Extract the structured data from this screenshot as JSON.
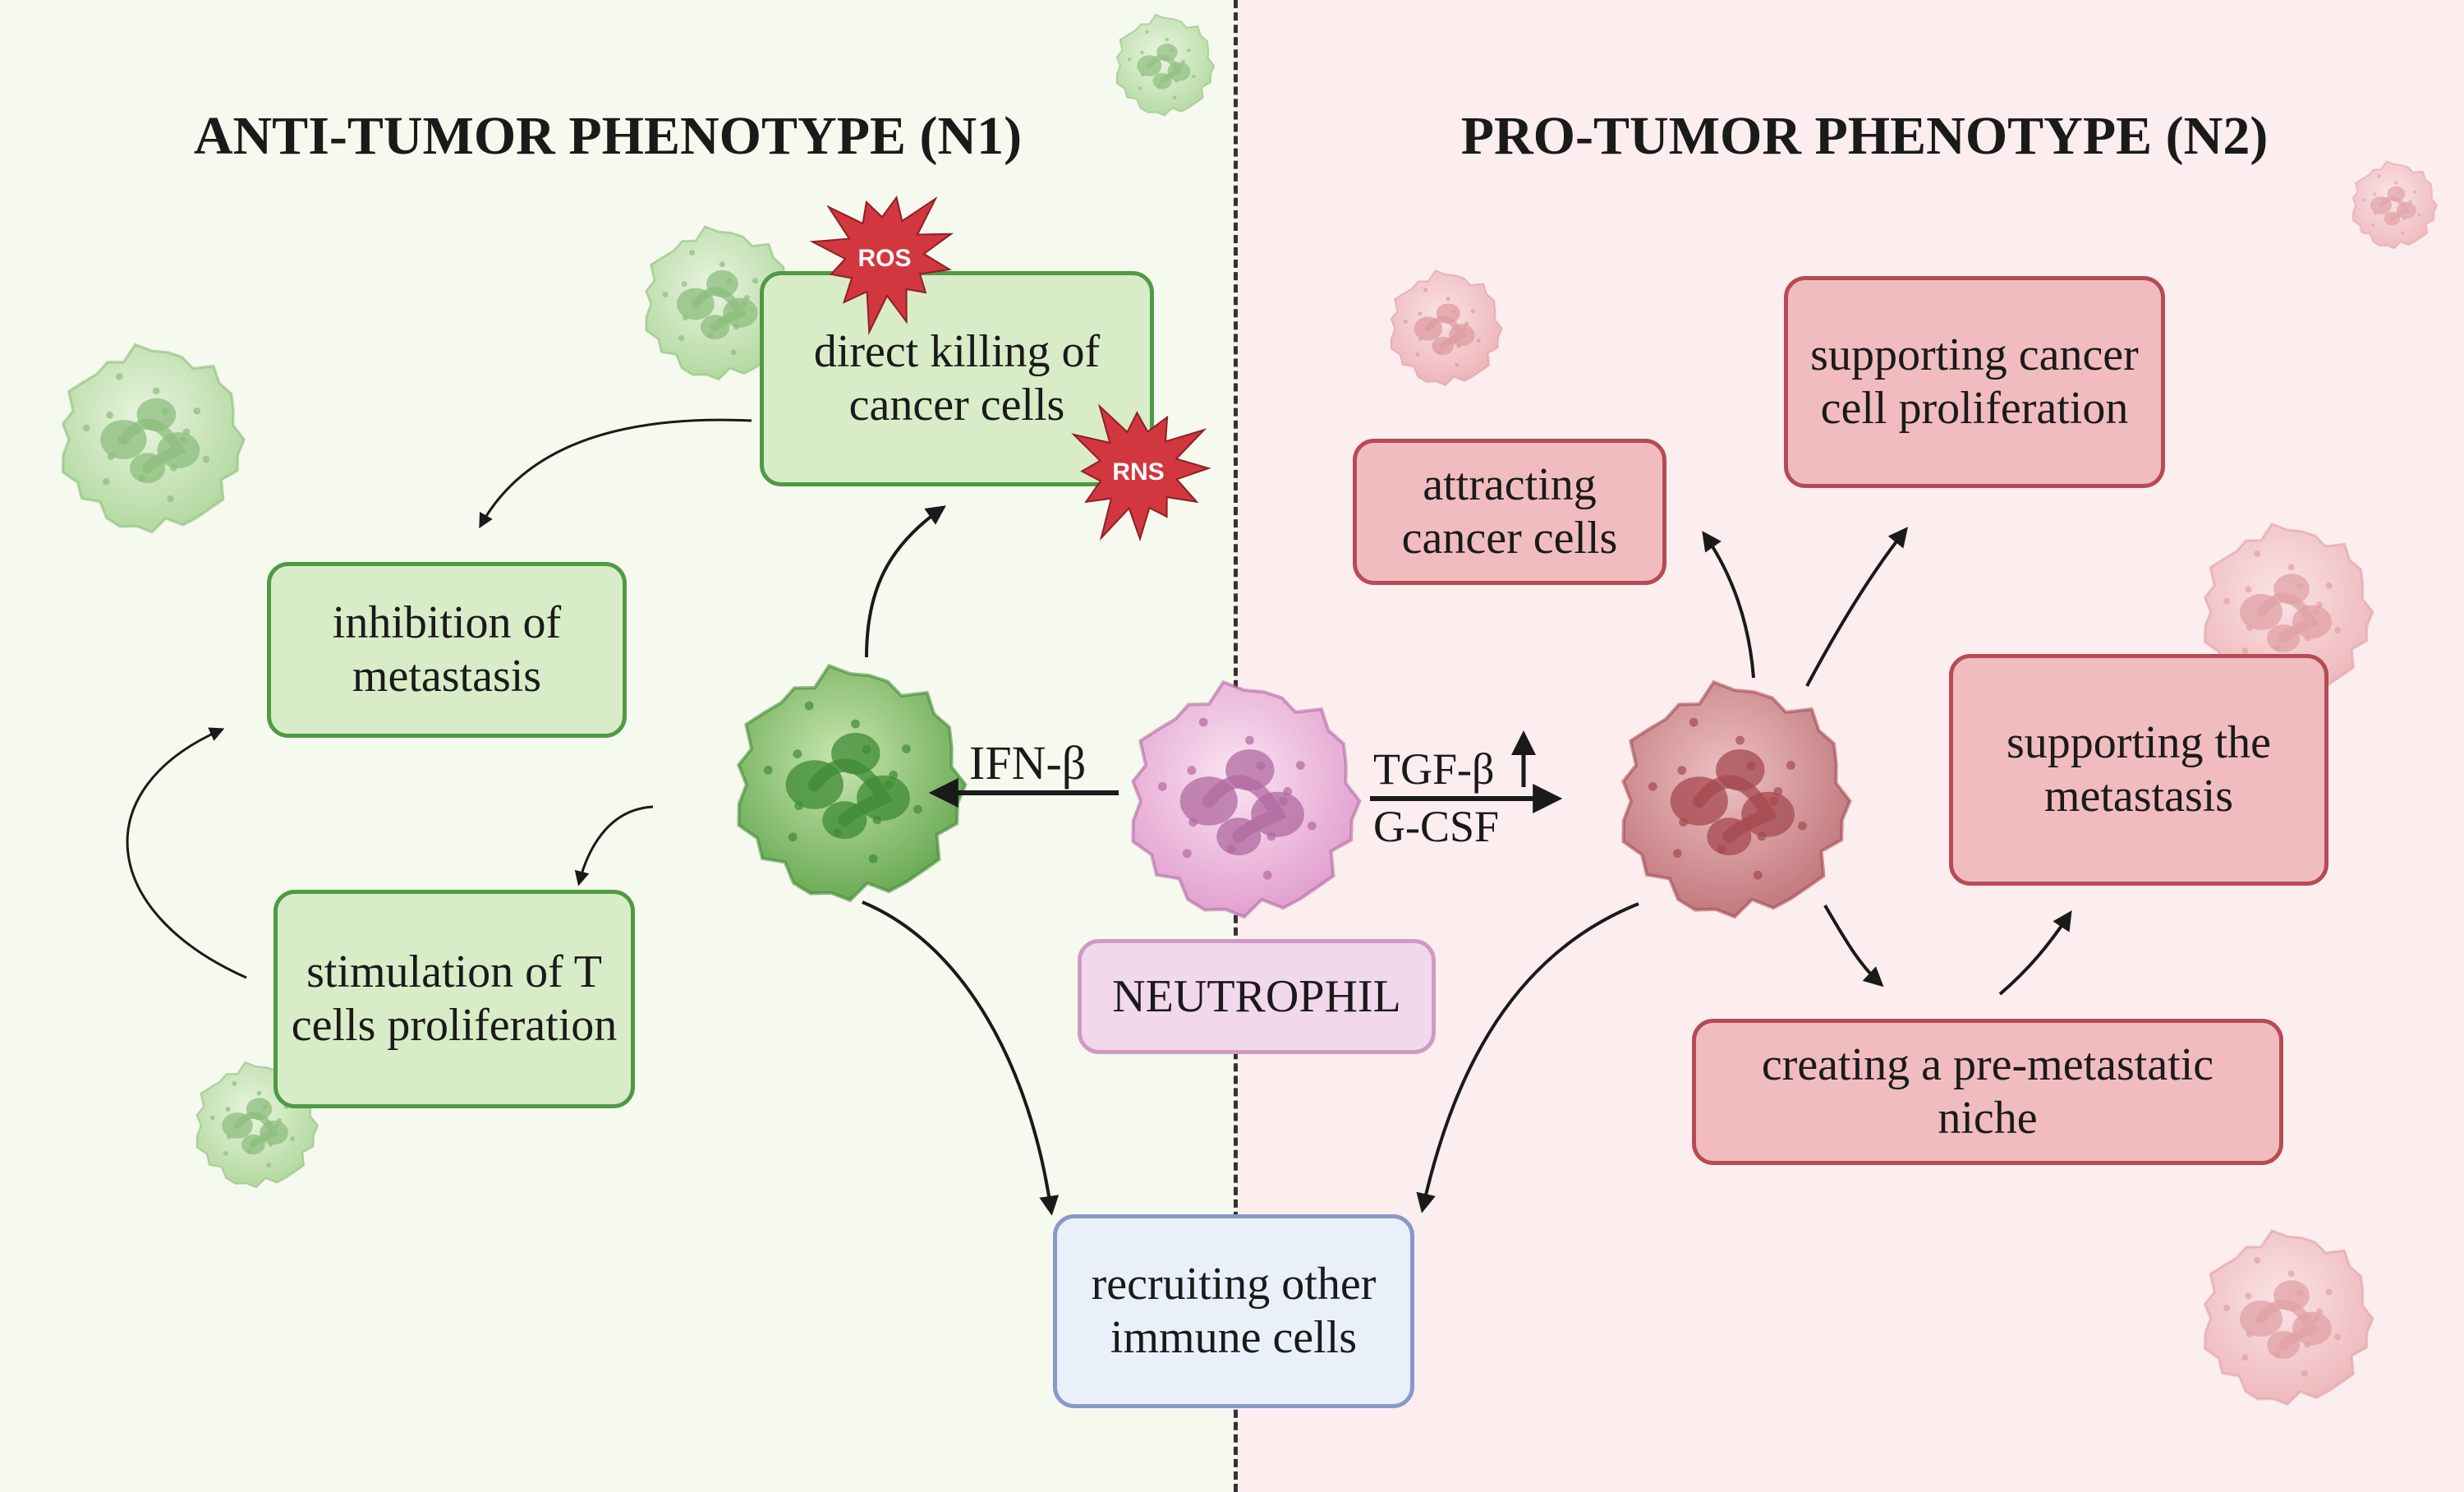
{
  "headings": {
    "left": "ANTI-TUMOR PHENOTYPE (N1)",
    "right": "PRO-TUMOR PHENOTYPE (N2)"
  },
  "boxes": {
    "direct_killing": "direct killing of cancer cells",
    "inhibition": "inhibition of metastasis",
    "stimulation": "stimulation of T cells proliferation",
    "recruiting": "recruiting other immune cells",
    "neutrophil": "NEUTROPHIL",
    "attracting": "attracting cancer cells",
    "supporting_proliferation": "supporting cancer cell proliferation",
    "supporting_metastasis": "supporting the metastasis",
    "pre_metastatic": "creating a pre-metastatic niche"
  },
  "bursts": {
    "ros": "ROS",
    "rns": "RNS"
  },
  "signals": {
    "ifn": "IFN-β",
    "tgf": "TGF-β",
    "gcsf": "G-CSF"
  },
  "colors": {
    "left_bg": "#f6f9ee",
    "right_bg": "#fcedef",
    "green_box": "#d9ecc8",
    "green_border": "#4f9a45",
    "red_box": "#f1bcc0",
    "red_border": "#b64b54",
    "blue_box": "#eaf0f9",
    "pink_box": "#f2d8ec",
    "burst": "#d2363f"
  }
}
